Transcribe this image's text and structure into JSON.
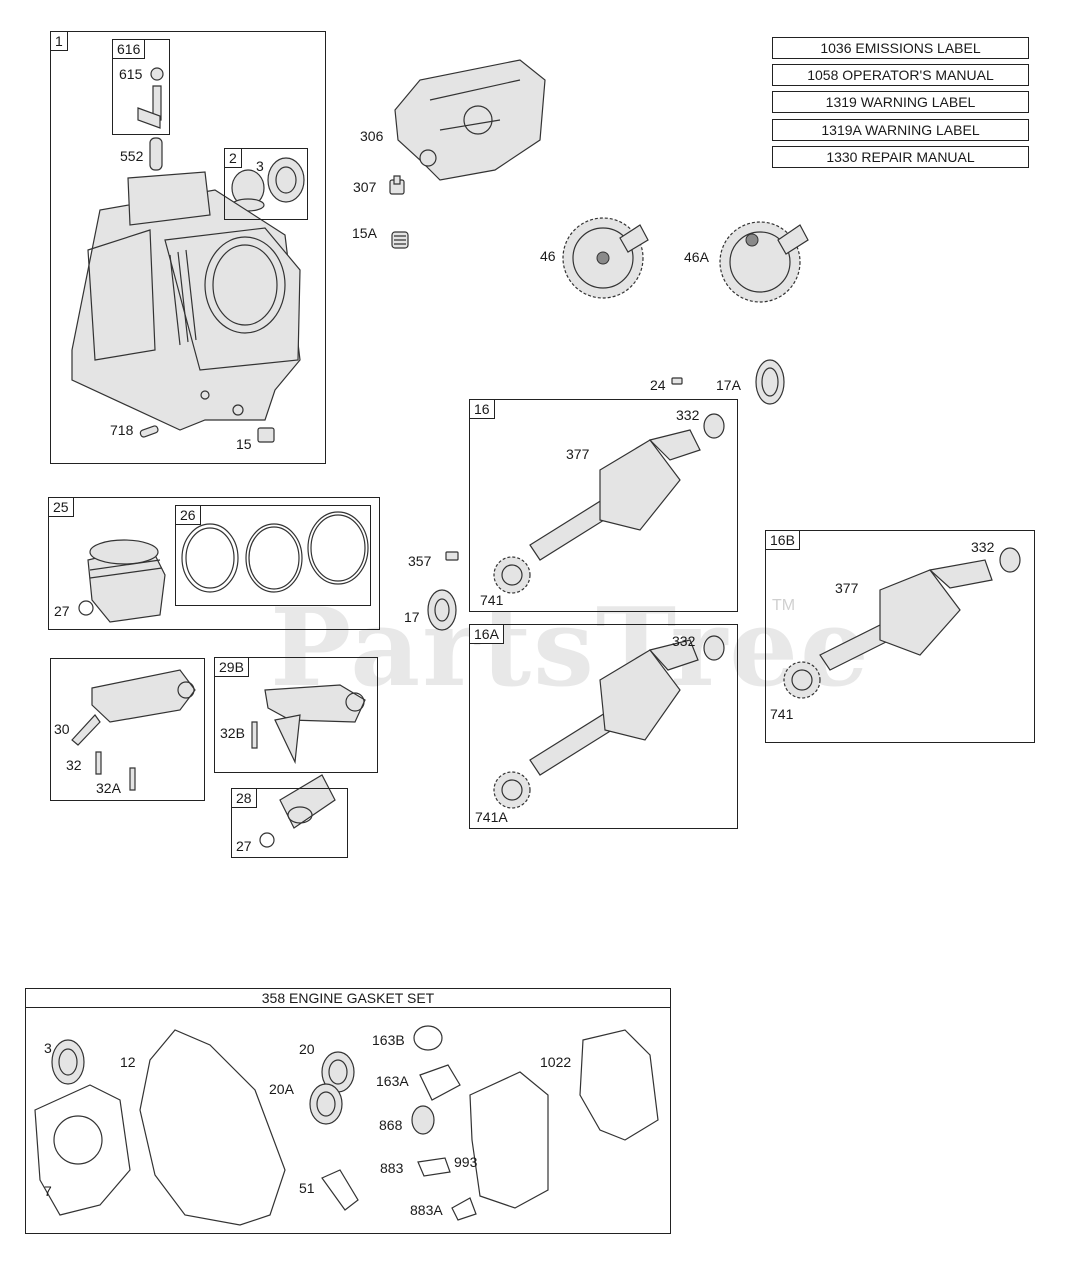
{
  "watermark": {
    "brand": "PartsTree",
    "tm": "TM"
  },
  "legend": [
    "1036 EMISSIONS LABEL",
    "1058 OPERATOR'S MANUAL",
    "1319 WARNING LABEL",
    "1319A WARNING LABEL",
    "1330 REPAIR MANUAL"
  ],
  "groups": {
    "g1": "1",
    "g616": "616",
    "g2": "2",
    "g25": "25",
    "g26": "26",
    "g29b": "29B",
    "g28": "28",
    "g16": "16",
    "g16a": "16A",
    "g16b": "16B"
  },
  "gasket_set": {
    "title": "358 ENGINE GASKET SET"
  },
  "parts": {
    "p615": "615",
    "p552": "552",
    "p3": "3",
    "p718": "718",
    "p15": "15",
    "p306": "306",
    "p307": "307",
    "p15a": "15A",
    "p46": "46",
    "p46a": "46A",
    "p24": "24",
    "p17a": "17A",
    "p332a": "332",
    "p377a": "377",
    "p357": "357",
    "p741a": "741",
    "p17": "17",
    "p332b": "332",
    "p741A": "741A",
    "p332c": "332",
    "p377b": "377",
    "p741b": "741",
    "p27a": "27",
    "p30": "30",
    "p32": "32",
    "p32a": "32A",
    "p32b": "32B",
    "p27b": "27",
    "g_3": "3",
    "g_12": "12",
    "g_7": "7",
    "g_20": "20",
    "g_20a": "20A",
    "g_51": "51",
    "g_163b": "163B",
    "g_163a": "163A",
    "g_868": "868",
    "g_883": "883",
    "g_883a": "883A",
    "g_993": "993",
    "g_1022": "1022"
  }
}
